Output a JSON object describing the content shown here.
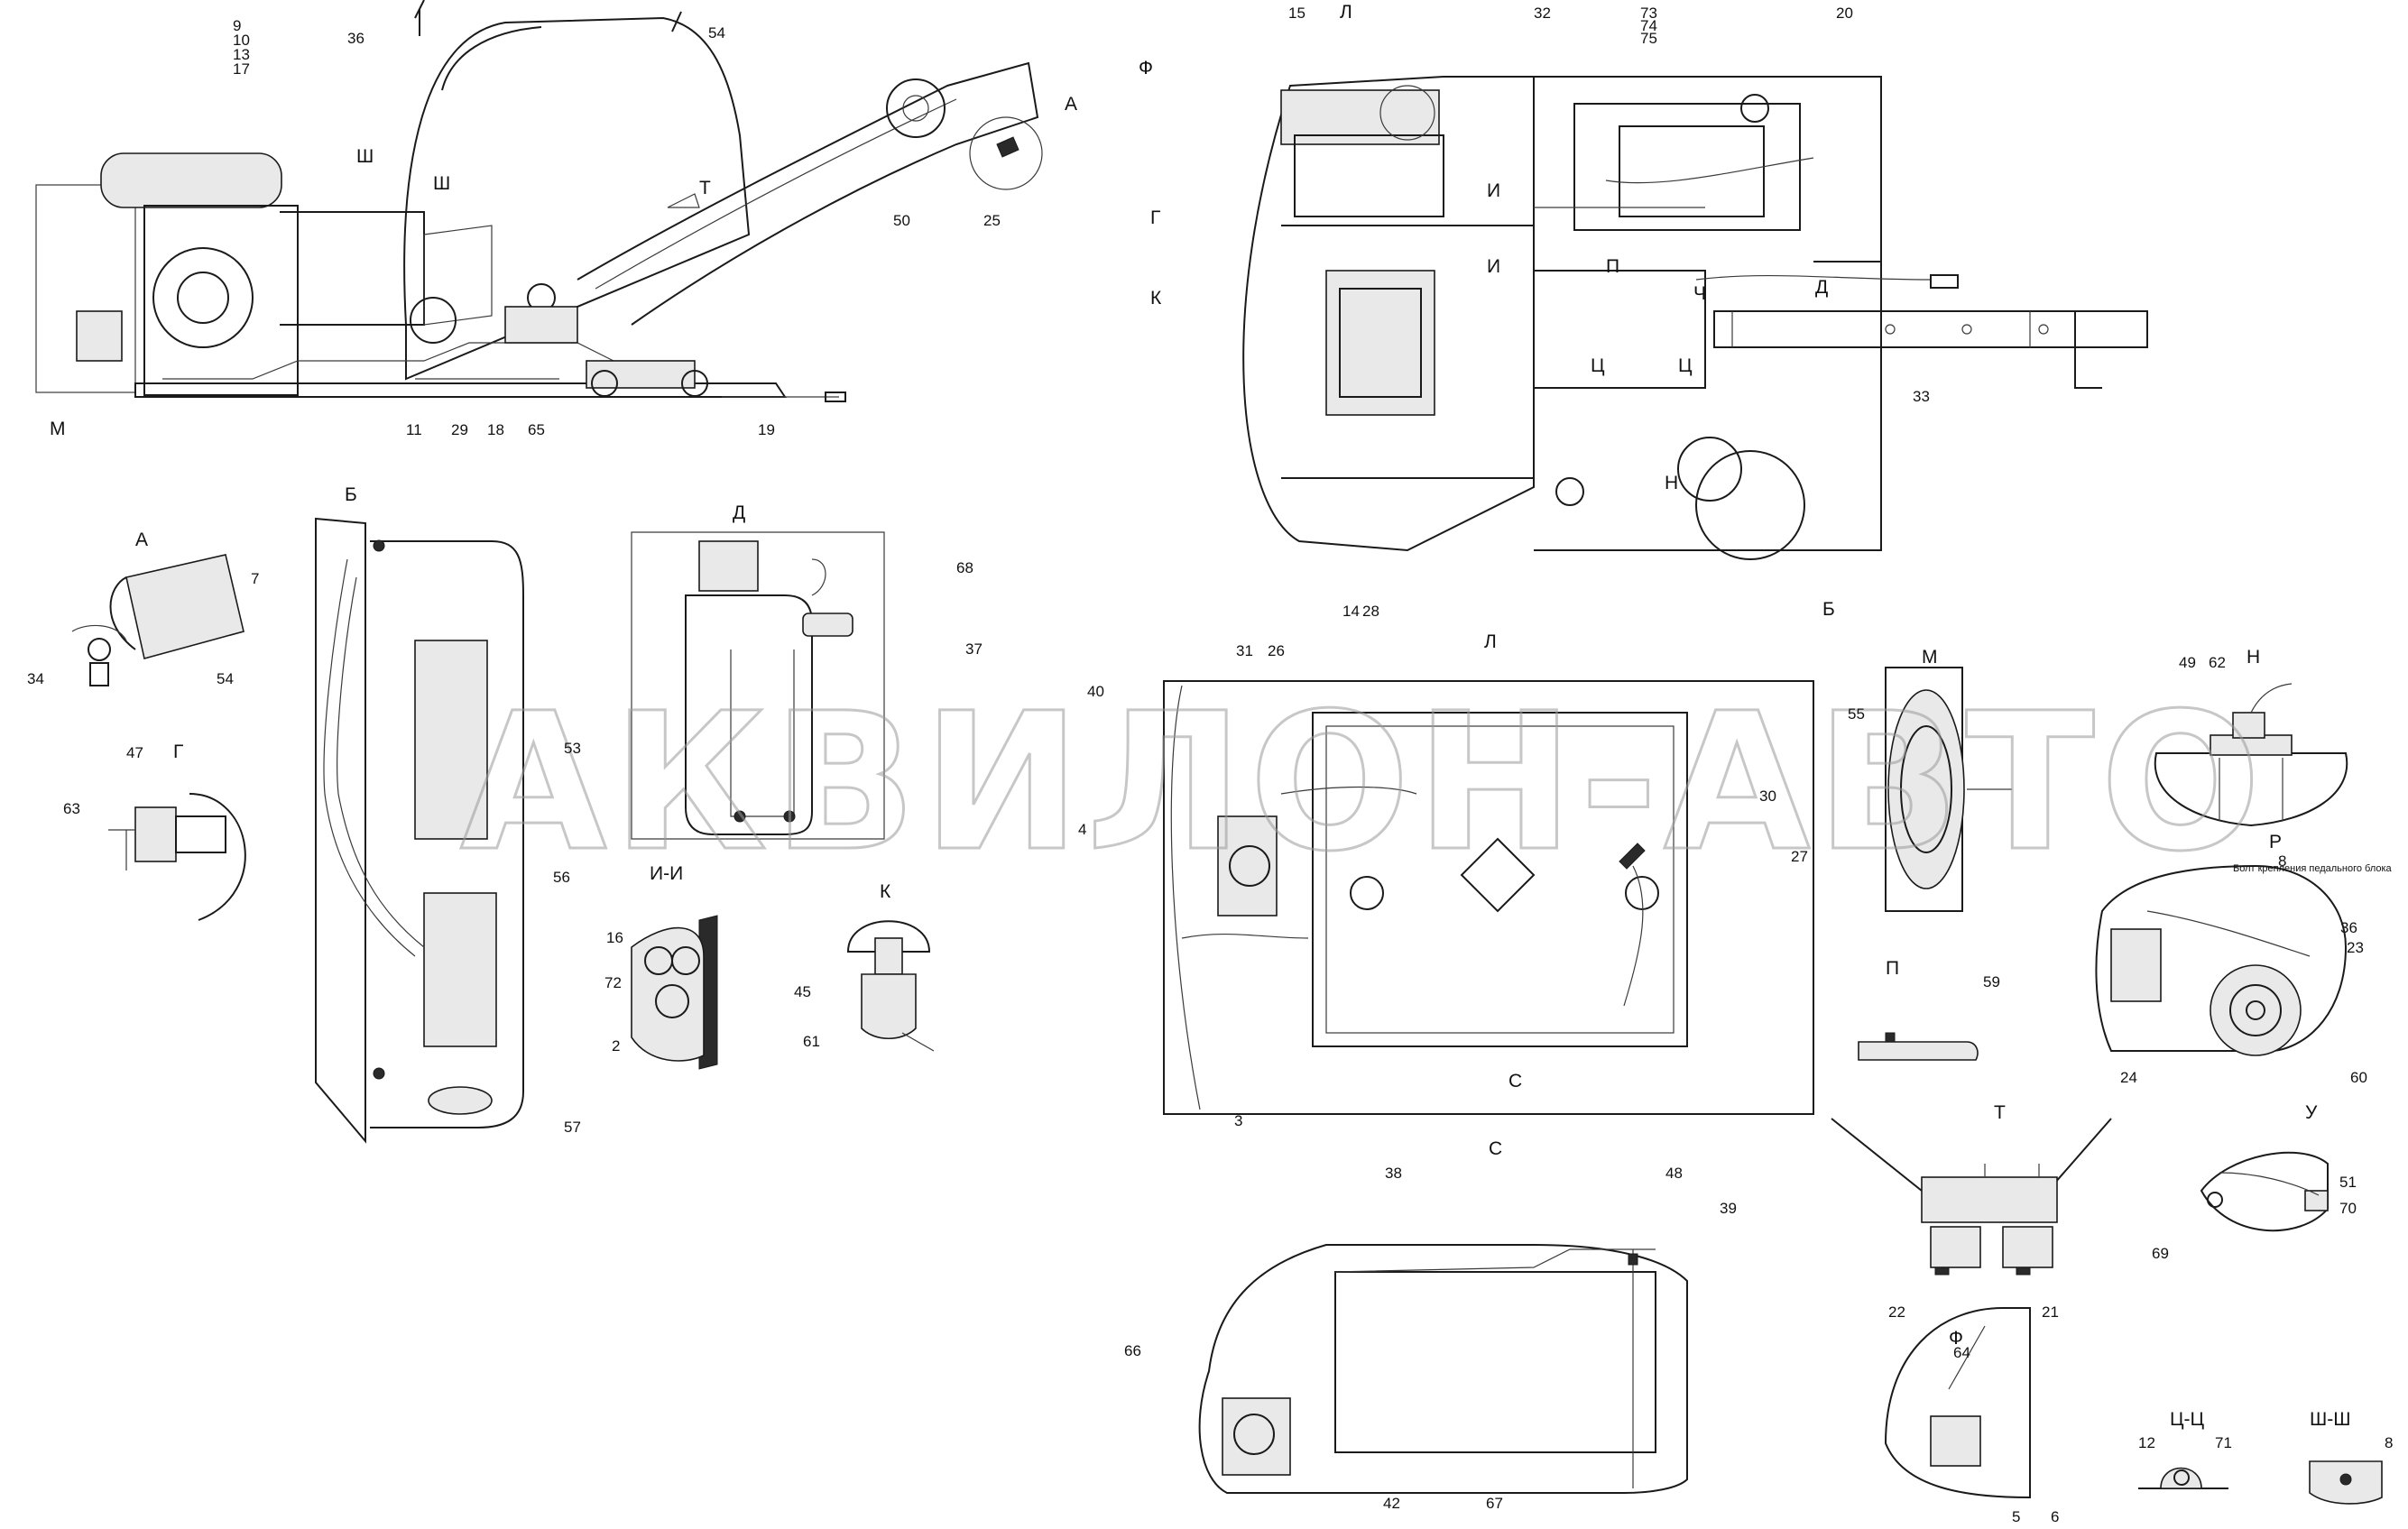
{
  "watermark": "АКВИЛОН-АВТО",
  "extra_labels": {
    "bolt_note": "Болт крепления педального блока"
  },
  "views": [
    {
      "id": "A",
      "text": "А"
    },
    {
      "id": "B",
      "text": "Б"
    },
    {
      "id": "G",
      "text": "Г"
    },
    {
      "id": "D",
      "text": "Д"
    },
    {
      "id": "II",
      "text": "И-И"
    },
    {
      "id": "K",
      "text": "К"
    },
    {
      "id": "L",
      "text": "Л"
    },
    {
      "id": "M",
      "text": "М"
    },
    {
      "id": "N",
      "text": "Н"
    },
    {
      "id": "R",
      "text": "Р"
    },
    {
      "id": "P",
      "text": "П"
    },
    {
      "id": "T",
      "text": "Т"
    },
    {
      "id": "U",
      "text": "У"
    },
    {
      "id": "S",
      "text": "С"
    },
    {
      "id": "F",
      "text": "Ф"
    },
    {
      "id": "CC",
      "text": "Ц-Ц"
    },
    {
      "id": "SS",
      "text": "Ш-Ш"
    }
  ],
  "markers": [
    "Ш",
    "Ш",
    "Т",
    "А",
    "М",
    "Ф",
    "Г",
    "К",
    "И",
    "И",
    "П",
    "Ч",
    "Д",
    "Ц",
    "Ц",
    "Н",
    "Б",
    "Л",
    "С"
  ],
  "callouts": [
    "9",
    "10",
    "13",
    "17",
    "36",
    "54",
    "50",
    "25",
    "11",
    "29",
    "18",
    "65",
    "19",
    "15",
    "32",
    "73",
    "74",
    "75",
    "20",
    "14",
    "28",
    "33",
    "34",
    "54",
    "7",
    "53",
    "56",
    "57",
    "68",
    "37",
    "47",
    "63",
    "16",
    "72",
    "2",
    "45",
    "61",
    "40",
    "31",
    "26",
    "4",
    "30",
    "27",
    "3",
    "55",
    "59",
    "49",
    "62",
    "8",
    "36",
    "23",
    "60",
    "24",
    "22",
    "21",
    "51",
    "70",
    "69",
    "38",
    "48",
    "39",
    "66",
    "42",
    "67",
    "64",
    "5",
    "6",
    "12",
    "71",
    "8"
  ]
}
